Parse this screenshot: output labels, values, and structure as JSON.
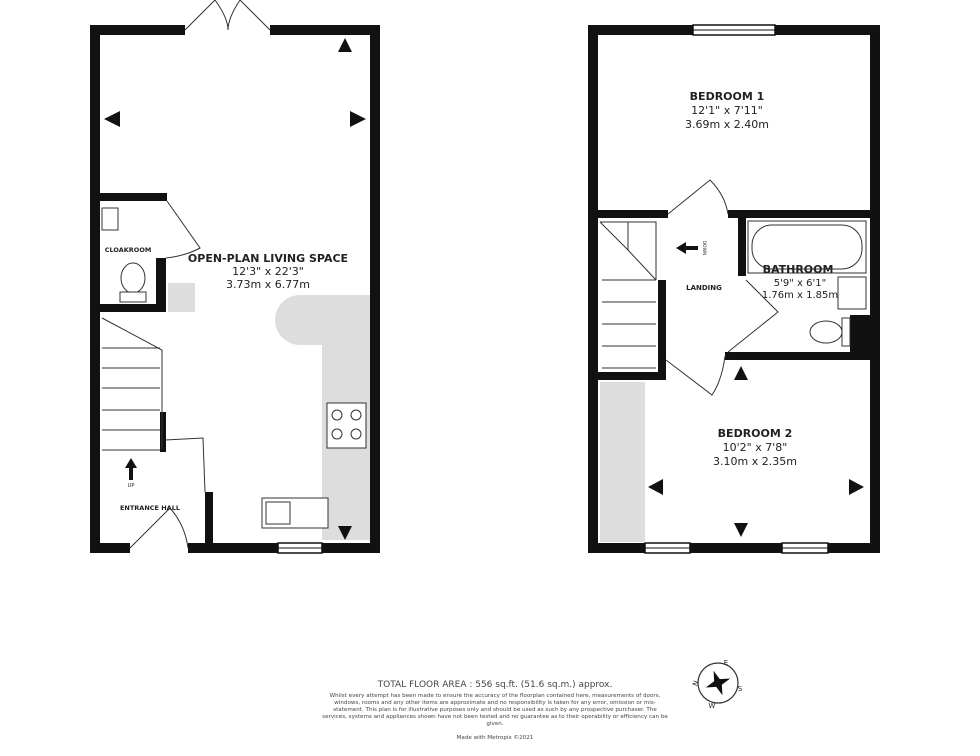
{
  "ground_floor": {
    "rooms": [
      {
        "name": "OPEN-PLAN LIVING SPACE",
        "imperial": "12'3\"  x 22'3\"",
        "metric": "3.73m  x 6.77m"
      },
      {
        "name": "CLOAKROOM"
      },
      {
        "name": "ENTRANCE HALL"
      }
    ],
    "stairs_label": "UP"
  },
  "first_floor": {
    "rooms": [
      {
        "name": "BEDROOM 1",
        "imperial": "12'1\"  x 7'11\"",
        "metric": "3.69m  x 2.40m"
      },
      {
        "name": "BATHROOM",
        "imperial": "5'9\"  x 6'1\"",
        "metric": "1.76m  x 1.85m"
      },
      {
        "name": "LANDING"
      },
      {
        "name": "BEDROOM 2",
        "imperial": "10'2\"  x 7'8\"",
        "metric": "3.10m  x 2.35m"
      }
    ],
    "stairs_label": "DOWN"
  },
  "footer": {
    "total_area": "TOTAL FLOOR AREA : 556 sq.ft. (51.6 sq.m.) approx.",
    "disclaimer": "Whilst every attempt has been made to ensure the accuracy of the floorplan contained here, measurements of doors, windows, rooms and any other items are approximate and no responsibility is taken for any error, omission or mis-statement. This plan is for illustrative purposes only and should be used as such by any prospective purchaser. The services, systems and appliances shown have not been tested and no guarantee as to their operability or efficiency can be given.",
    "made_with": "Made with Metropix ©2021"
  },
  "compass": {
    "n": "N",
    "e": "E",
    "s": "S",
    "w": "W"
  },
  "colors": {
    "wall": "#111111",
    "fixture_fill": "#dddddd"
  }
}
